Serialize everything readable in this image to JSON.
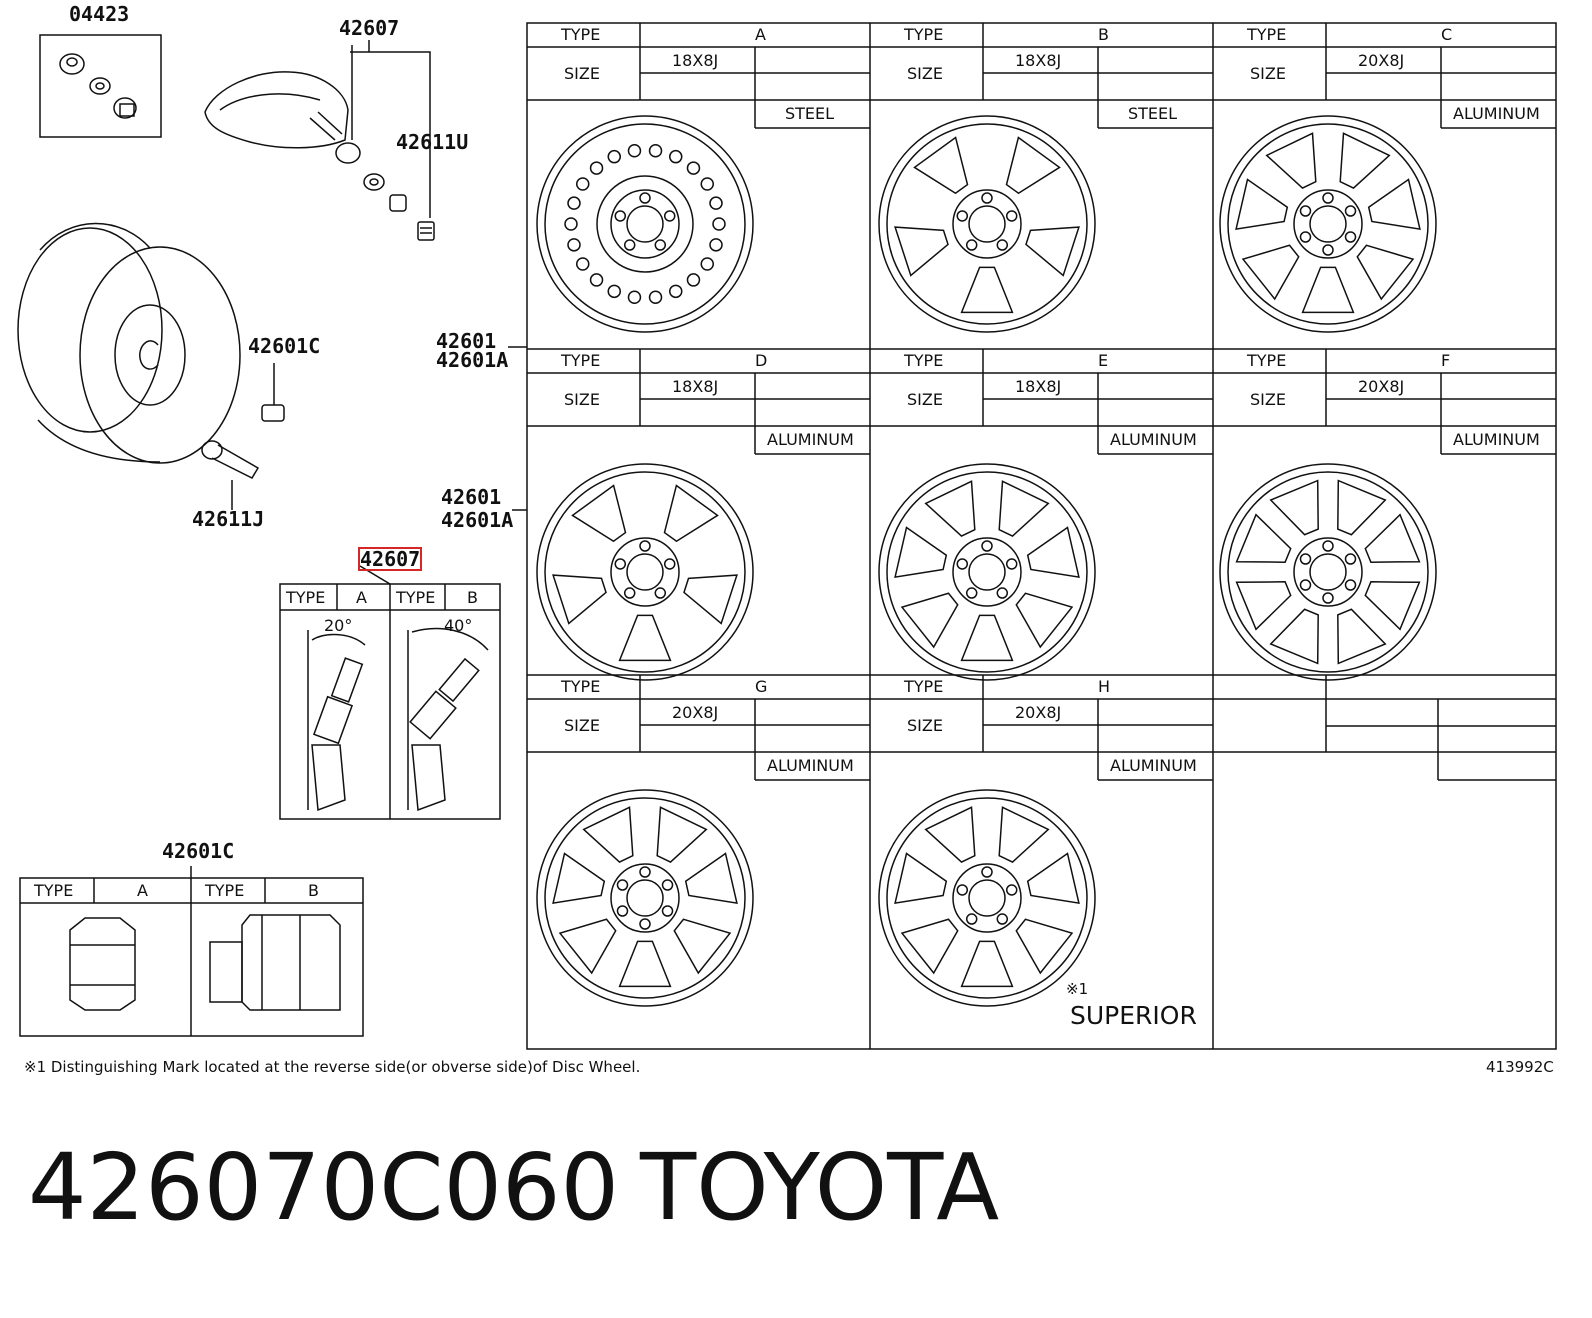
{
  "part_labels": {
    "p04423": "04423",
    "p42607_top": "42607",
    "p42611U": "42611U",
    "p42601C_mid": "42601C",
    "p42611J": "42611J",
    "p42601_a": "42601",
    "p42601A_a": "42601A",
    "p42601_b": "42601",
    "p42601A_b": "42601A",
    "p42607_highlighted": "42607",
    "p42601C_bottom": "42601C"
  },
  "wheel_types": [
    {
      "type": "A",
      "size": "18X8J",
      "material": "STEEL"
    },
    {
      "type": "B",
      "size": "18X8J",
      "material": "STEEL"
    },
    {
      "type": "C",
      "size": "20X8J",
      "material": "ALUMINUM"
    },
    {
      "type": "D",
      "size": "18X8J",
      "material": "ALUMINUM"
    },
    {
      "type": "E",
      "size": "18X8J",
      "material": "ALUMINUM"
    },
    {
      "type": "F",
      "size": "20X8J",
      "material": "ALUMINUM"
    },
    {
      "type": "G",
      "size": "20X8J",
      "material": "ALUMINUM"
    },
    {
      "type": "H",
      "size": "20X8J",
      "material": "ALUMINUM"
    }
  ],
  "table_labels": {
    "type": "TYPE",
    "size": "SIZE"
  },
  "valve_table": {
    "type_label": "TYPE",
    "a": "A",
    "b": "B",
    "angle_a": "20°",
    "angle_b": "40°"
  },
  "nut_table": {
    "type_label": "TYPE",
    "a": "A",
    "b": "B"
  },
  "mark_symbol": "※1",
  "superior_label": "SUPERIOR",
  "footnote": "※1 Distinguishing Mark located at the reverse side(or obverse side)of Disc Wheel.",
  "diagram_code": "413992C",
  "part_number": "426070C060",
  "brand": "TOYOTA"
}
